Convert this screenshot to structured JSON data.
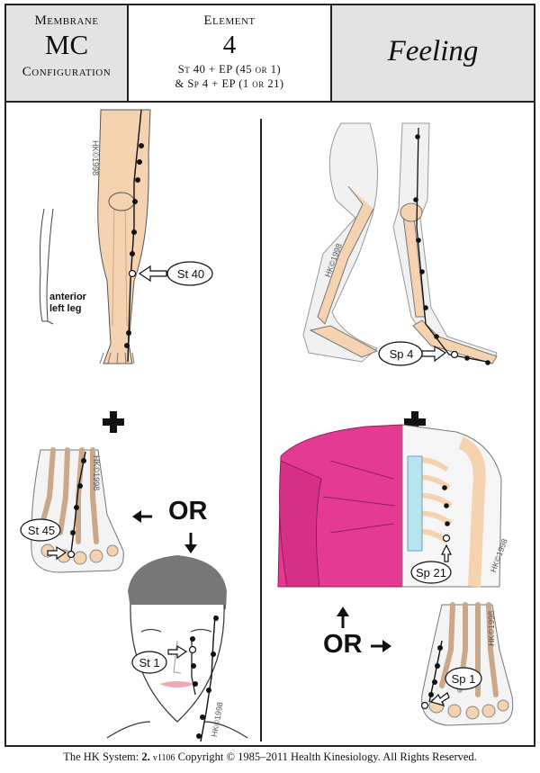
{
  "header": {
    "cell1": {
      "line1": "Membrane",
      "line2": "MC",
      "line3": "Configuration"
    },
    "cell2": {
      "line1": "Element",
      "line2": "4",
      "line3": "St 40 + EP (45 or 1)",
      "line4": "& Sp 4 + EP (1 or 21)"
    },
    "cell3": {
      "title": "Feeling"
    }
  },
  "panels": {
    "left_leg": {
      "callout": "St 40",
      "caption_line1": "anterior",
      "caption_line2": "left leg",
      "watermark": "HK©1998"
    },
    "right_leg": {
      "callout": "Sp 4",
      "watermark": "HK©1998"
    },
    "left_foot": {
      "callout": "St 45",
      "watermark": "HK©1998"
    },
    "face": {
      "callout": "St 1",
      "watermark": "HK©1998"
    },
    "torso": {
      "callout": "Sp 21",
      "watermark": "HK©1998"
    },
    "right_foot": {
      "callout": "Sp 1",
      "watermark": "HK©1998"
    },
    "or_left": "OR",
    "or_right": "OR"
  },
  "colors": {
    "bone": "#f6d3b0",
    "muscle": "#e53a93",
    "cartilage": "#b9e3ef",
    "skin_outline": "#333333",
    "header_shade": "#e3e3e3"
  },
  "footer": {
    "prefix": "The HK System:",
    "volume": "2.",
    "version": "v1106",
    "rest": "Copyright © 1985–2011  Health Kinesiology.  All Rights Reserved."
  }
}
